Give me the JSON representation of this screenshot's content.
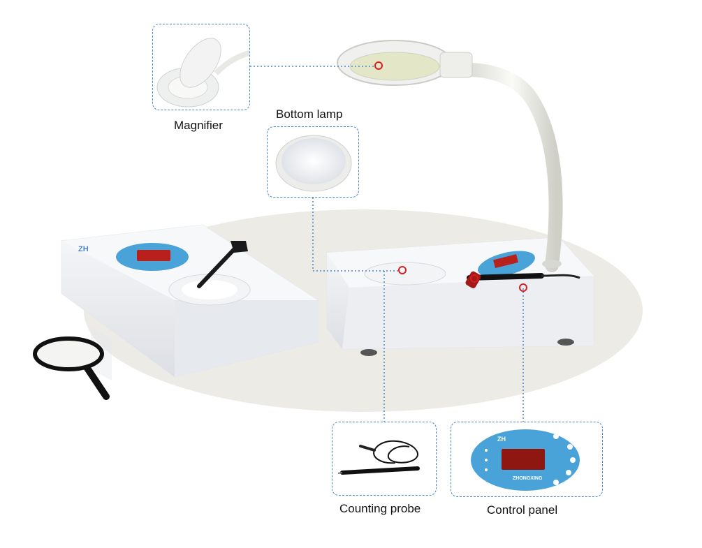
{
  "labels": {
    "magnifier": "Magnifier",
    "bottom_lamp": "Bottom lamp",
    "counting_probe": "Counting probe",
    "control_panel": "Control panel"
  },
  "panel_text": {
    "brand": "ZHONGXING"
  },
  "colors": {
    "callout_border": "#4a86c8",
    "marker": "#d42020",
    "panel_blue": "#4aa3d8",
    "display_red": "#b8201c",
    "floor_ellipse": "#ecebe6"
  }
}
